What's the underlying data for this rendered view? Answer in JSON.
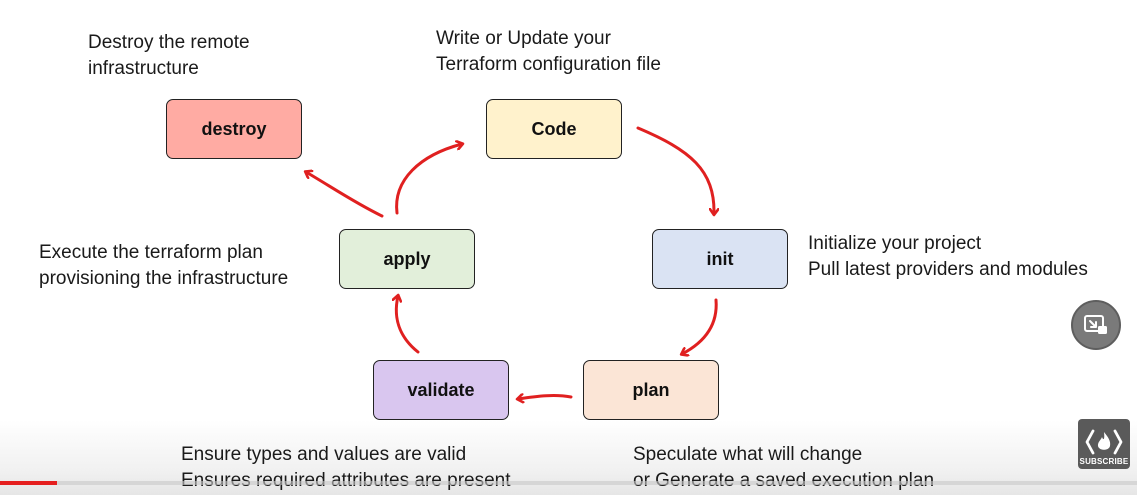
{
  "nodes": {
    "code": {
      "label": "Code",
      "color": "#fff2cc"
    },
    "init": {
      "label": "init",
      "color": "#dae3f3"
    },
    "plan": {
      "label": "plan",
      "color": "#fbe5d6"
    },
    "validate": {
      "label": "validate",
      "color": "#d9c6ef"
    },
    "apply": {
      "label": "apply",
      "color": "#e2efda"
    },
    "destroy": {
      "label": "destroy",
      "color": "#ffaba3"
    }
  },
  "captions": {
    "destroy": [
      "Destroy the remote",
      "infrastructure"
    ],
    "code": [
      "Write or Update your",
      "Terraform configuration file"
    ],
    "apply": [
      "Execute the terraform plan",
      "provisioning the infrastructure"
    ],
    "init": [
      "Initialize your project",
      "Pull latest providers and modules"
    ],
    "validate": [
      "Ensure types and values are valid",
      "Ensures required attributes are present"
    ],
    "plan": [
      "Speculate what will change",
      "or Generate a saved execution plan"
    ]
  },
  "overlay": {
    "subscribe_label": "SUBSCRIBE",
    "pip_icon": "picture-in-picture-icon",
    "logo_icon": "flame-logo-icon",
    "progress_fraction": 0.05
  },
  "arrow_color": "#e02020"
}
